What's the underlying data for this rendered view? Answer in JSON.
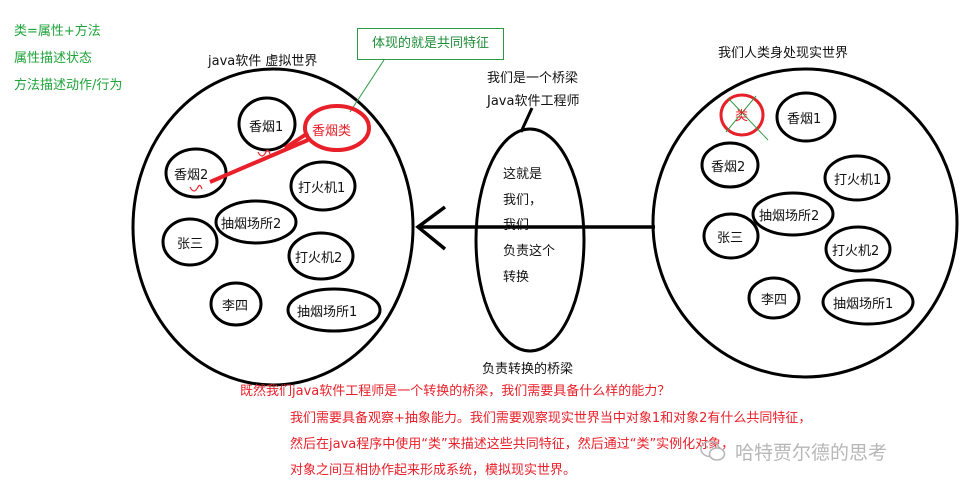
{
  "notes": {
    "line1": "类=属性+方法",
    "line2": "属性描述状态",
    "line3": "方法描述动作/行为"
  },
  "left_world": {
    "title": "java软件  虚拟世界",
    "items": [
      "香烟1",
      "香烟类",
      "香烟2",
      "打火机1",
      "抽烟场所2",
      "张三",
      "打火机2",
      "李四",
      "抽烟场所1"
    ]
  },
  "callout": "体现的就是共同特征",
  "bridge": {
    "top_label_1": "我们是一个桥梁",
    "top_label_2": "Java软件工程师",
    "inner_lines": [
      "这就是",
      "我们，",
      "我们",
      "负责这个",
      "转换"
    ],
    "bottom_label": "负责转换的桥梁"
  },
  "right_world": {
    "title": "我们人类身处现实世界",
    "items": [
      "类",
      "香烟1",
      "香烟2",
      "打火机1",
      "抽烟场所2",
      "张三",
      "打火机2",
      "李四",
      "抽烟场所1"
    ]
  },
  "bottom_text": {
    "question": "既然我们java软件工程师是一个转换的桥梁，我们需要具备什么样的能力？",
    "line1": "我们需要具备观察+抽象能力。我们需要观察现实世界当中对象1和对象2有什么共同特征，",
    "line2": "然后在java程序中使用“类”来描述这些共同特征，然后通过“类”实例化对象，",
    "line3": "对象之间互相协作起来形成系统，模拟现实世界。"
  },
  "watermark": "哈特贾尔德的思考",
  "colors": {
    "green": "#1ea33a",
    "red": "#e8202a",
    "black": "#000000"
  }
}
